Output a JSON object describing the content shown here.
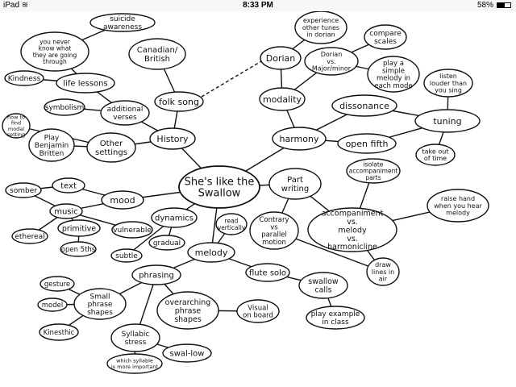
{
  "status_bar": {
    "device": "iPad",
    "time": "8:33 PM",
    "battery_percent": "58%",
    "battery_level": 0.58
  },
  "mind_map": {
    "central": "She's like the Swallow",
    "nodes": {
      "suicide_awareness": "suicide awareness",
      "you_never_know": "you never know what they are going through",
      "kindness": "Kindness",
      "life_lessons": "life lessons",
      "canadian_british": "Canadian/ British",
      "symbolism": "symbolism",
      "additional_verses": "additional verses",
      "folk_song": "folk song",
      "how_to_find_modal_setting": "how to find modal setting",
      "play_benjamin_britten": "Play Benjamin Britten",
      "other_settings": "Other settings",
      "history": "History",
      "dorian": "Dorian",
      "experience_other_tunes": "experience other tunes in dorian",
      "dorian_vs_major_minor": "Dorian vs. Major/minor",
      "compare_scales": "compare scales",
      "play_simple_melody": "play a simple melody in each mode",
      "modality": "modality",
      "dissonance": "dissonance",
      "listen_louder": "listen louder than you sing",
      "tuning": "tuning",
      "harmony": "harmony",
      "open_fifth": "open fifth",
      "take_out_of_time": "take out of time",
      "part_writing": "Part writing",
      "isolate_accompaniment_parts": "isolate accompaniment parts",
      "raise_hand": "raise hand when you hear melody",
      "accompaniment_vs_melody": "accompaniment vs. melody vs. harmonicline",
      "contrary_vs_parallel": "Contrary vs parallel motion",
      "somber": "somber",
      "text": "text",
      "mood": "mood",
      "music": "music",
      "ethereal": "ethereal",
      "primitive": "primitive",
      "vulnerable": "vulnerable",
      "dynamics": "dynamics",
      "open_5ths": "open 5ths",
      "subtle": "subtle",
      "gradual": "gradual",
      "read_vertically": "read vertically",
      "melody": "melody",
      "draw_lines_in_air": "draw lines in air",
      "phrasing": "phrasing",
      "flute_solo": "flute solo",
      "swallow_calls": "swallow calls",
      "gesture": "gesture",
      "small_phrase_shapes": "Small phrase shapes",
      "model": "model",
      "overarching_phrase_shapes": "overarching phrase shapes",
      "visual_on_board": "Visual on board",
      "play_example": "play example in class",
      "kinesthetic": "Kinesthic",
      "syllabic_stress": "Syllabic stress",
      "which_syllable": "which syllable is more important",
      "swal_low": "swal-low"
    }
  }
}
